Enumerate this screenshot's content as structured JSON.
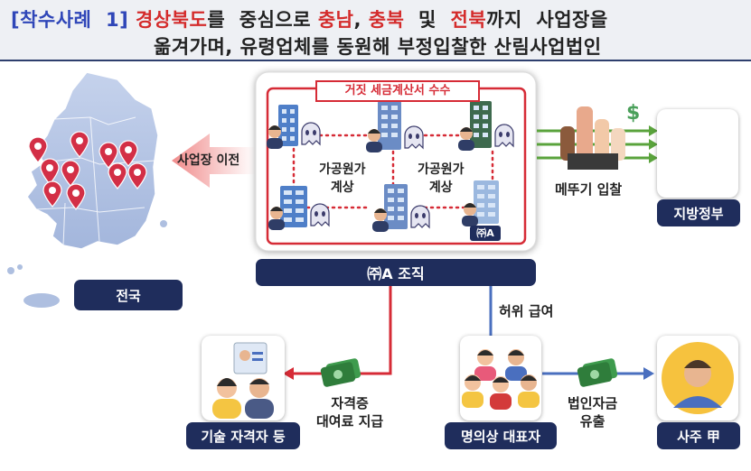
{
  "title": {
    "line1": [
      {
        "text": "[착수사례  1]",
        "color": "blue"
      },
      {
        "text": " 경상북도",
        "color": "red"
      },
      {
        "text": "를  중심으로 ",
        "color": "dark"
      },
      {
        "text": "충남",
        "color": "red"
      },
      {
        "text": ", ",
        "color": "dark"
      },
      {
        "text": "충북",
        "color": "red"
      },
      {
        "text": "  및  ",
        "color": "dark"
      },
      {
        "text": "전북",
        "color": "red"
      },
      {
        "text": "까지  사업장을",
        "color": "dark"
      }
    ],
    "line2": "옮겨가며, 유령업체를 동원해 부정입찰한 산림사업법인"
  },
  "labels": {
    "nationwide": "전국",
    "relocation": "사업장 이전",
    "fake_invoice": "거짓 세금계산서 수수",
    "fictitious_cost_1": [
      "가공원가",
      "계상"
    ],
    "fictitious_cost_2": [
      "가공원가",
      "계상"
    ],
    "company_tag": "㈜A",
    "organization": "㈜A 조직",
    "bid_rigging": "메뚜기 입찰",
    "local_gov": "지방정부",
    "fake_salary": "허위 급여",
    "license_fee": [
      "자격증",
      "대여료 지급"
    ],
    "tech_holders": "기술 자격자 등",
    "nominal_reps": "명의상 대표자",
    "embezzlement": [
      "법인자금",
      "유출"
    ],
    "owner": "사주 甲"
  },
  "colors": {
    "navy": "#1f2d5c",
    "title_blue": "#2f46b8",
    "title_red": "#d42b2b",
    "border_red": "#d62b36",
    "arrow_green": "#5aa33c",
    "line_blue": "#4a6fbf",
    "map_blue": "#aebfe0",
    "pin_red": "#d32f46"
  }
}
